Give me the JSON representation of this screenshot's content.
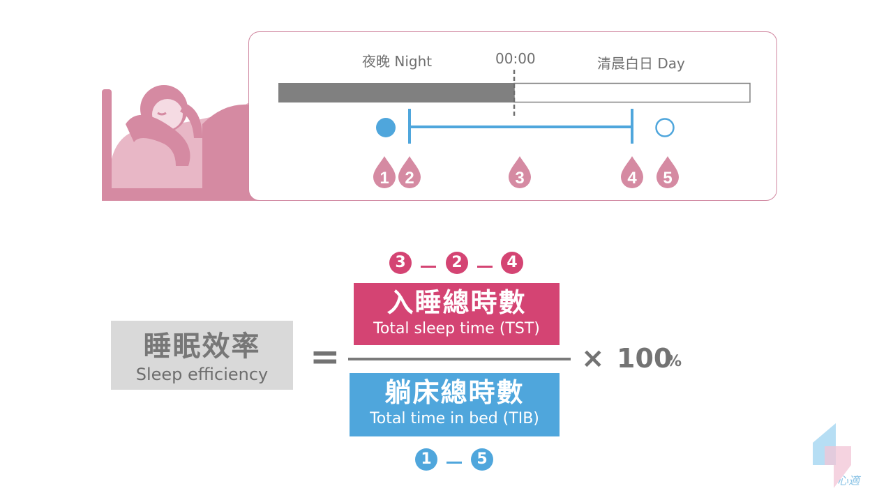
{
  "timeline": {
    "night_label": "夜晚 Night",
    "midnight_label": "00:00",
    "day_label": "清晨白日 Day",
    "markers": [
      "1",
      "2",
      "3",
      "4",
      "5"
    ]
  },
  "formula": {
    "metric_zh": "睡眠效率",
    "metric_en": "Sleep efficiency",
    "equals": "=",
    "numerator_expr": [
      "3",
      "2",
      "4"
    ],
    "numerator_zh": "入睡總時數",
    "numerator_en": "Total sleep time (TST)",
    "denominator_zh": "躺床總時數",
    "denominator_en": "Total time in bed (TIB)",
    "denominator_expr": [
      "1",
      "5"
    ],
    "times": "×",
    "multiplier": "100",
    "percent": "%"
  },
  "logo": {
    "text": "心適"
  },
  "colors": {
    "pink": "#d44473",
    "blue": "#4fa6dc",
    "illustration_pink": "#d58aa2",
    "dark_bar": "#808080",
    "gray_box": "#d9d9d9"
  }
}
